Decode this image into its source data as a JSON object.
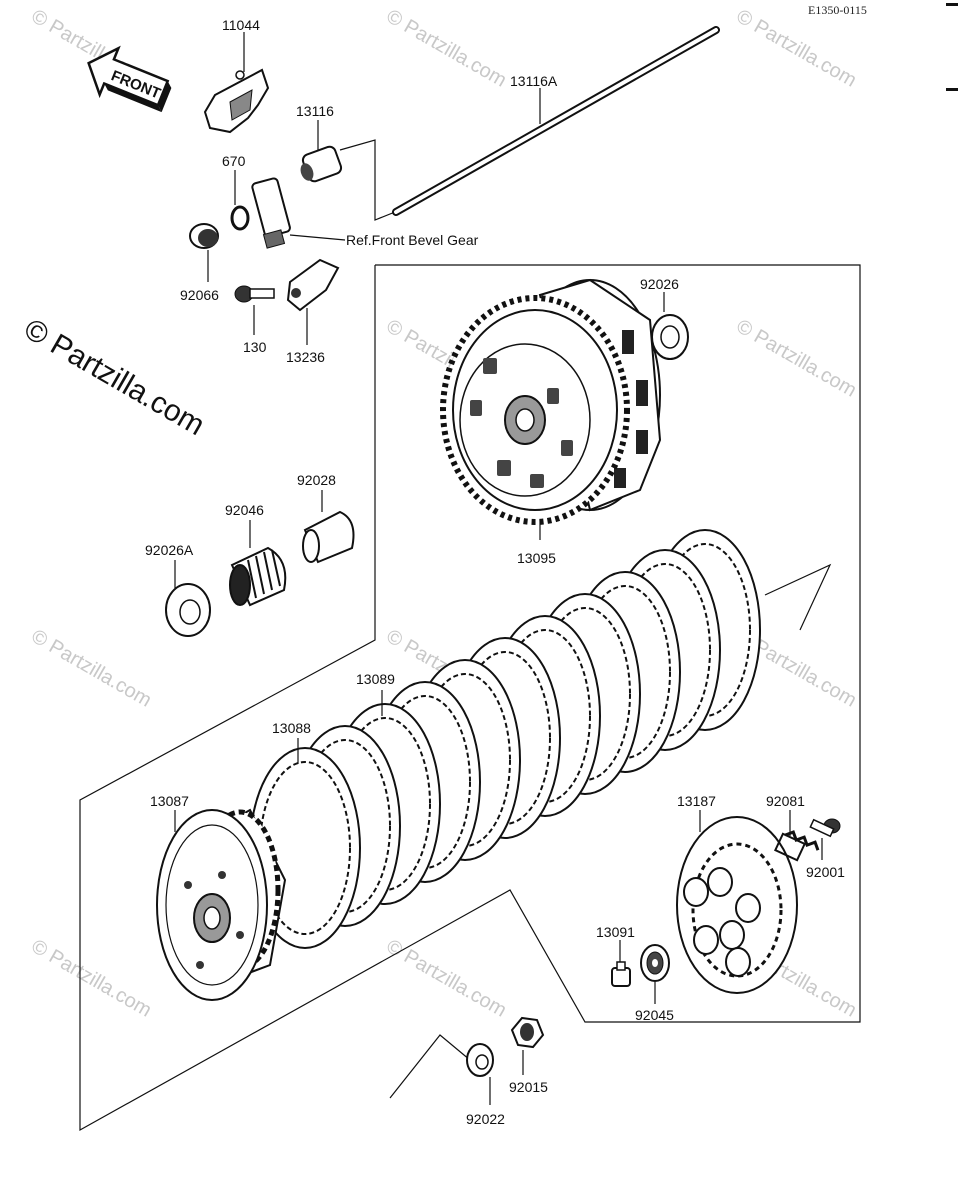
{
  "diagram": {
    "code": "E1350-0115",
    "front_label": "FRONT",
    "ref_label": "Ref.Front Bevel Gear",
    "watermark": "© Partzilla.com"
  },
  "parts": {
    "p11044": "11044",
    "p13116": "13116",
    "p13116A": "13116A",
    "p670": "670",
    "p92066": "92066",
    "p130": "130",
    "p13236": "13236",
    "p92026": "92026",
    "p13095": "13095",
    "p92028": "92028",
    "p92046": "92046",
    "p92026A": "92026A",
    "p13089": "13089",
    "p13088": "13088",
    "p13087": "13087",
    "p13187": "13187",
    "p92081": "92081",
    "p92001": "92001",
    "p13091": "13091",
    "p92045": "92045",
    "p92015": "92015",
    "p92022": "92022"
  }
}
